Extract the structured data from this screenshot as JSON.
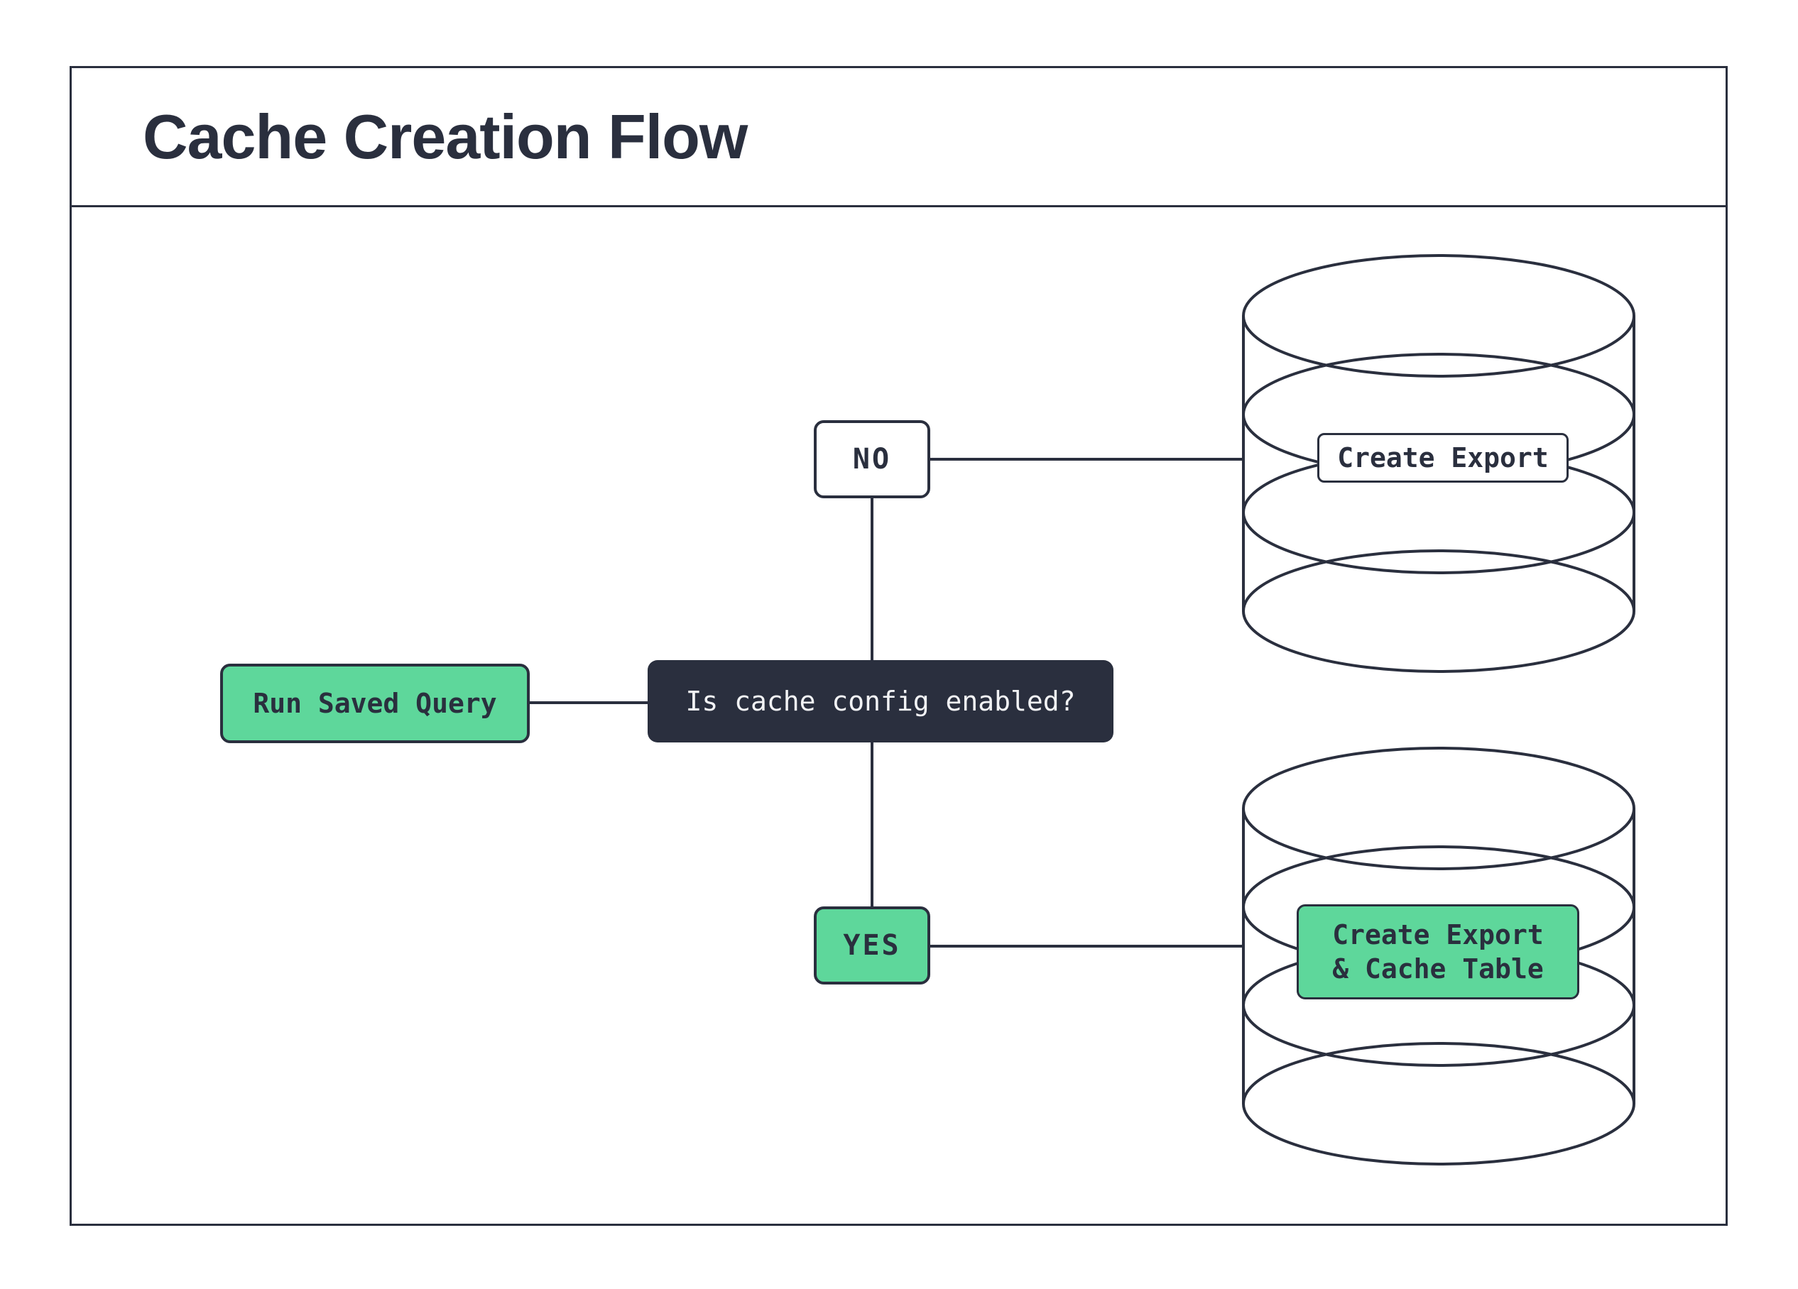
{
  "title": "Cache Creation Flow",
  "colors": {
    "ink": "#2a2f3e",
    "green": "#5ed79b",
    "paper": "#ffffff",
    "text-light": "#f2f3f5"
  },
  "nodes": {
    "run_saved_query": {
      "label": "Run Saved Query"
    },
    "decision": {
      "label": "Is cache config enabled?"
    },
    "no_branch": {
      "label": "NO"
    },
    "yes_branch": {
      "label": "YES"
    }
  },
  "databases": {
    "export_only": {
      "label": "Create Export"
    },
    "export_and_cache": {
      "line1": "Create Export",
      "line2": "& Cache Table"
    }
  }
}
